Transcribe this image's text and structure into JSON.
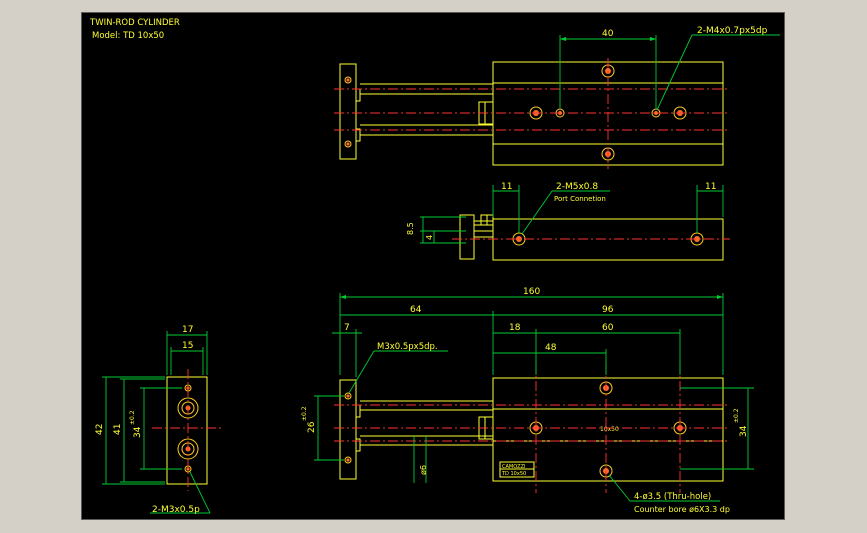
{
  "title_block": {
    "title": "TWIN-ROD CYLINDER",
    "model": "Model: TD 10x50"
  },
  "top_view": {
    "dim_40": "40",
    "callout_tap": "2-M4x0.7px5dp"
  },
  "middle_view": {
    "dim_11_left": "11",
    "dim_11_right": "11",
    "port_label": "2-M5x0.8",
    "port_sub": "Port Connetion",
    "dim_8_5": "8.5",
    "dim_4": "4"
  },
  "side_view": {
    "dim_17": "17",
    "dim_15": "15",
    "dim_42": "42",
    "dim_41": "41",
    "dim_34": "34",
    "dim_34_tol": "±0.2",
    "callout_m3": "2-M3x0.5p"
  },
  "front_view": {
    "dim_160": "160",
    "dim_64": "64",
    "dim_96": "96",
    "dim_7": "7",
    "dim_18": "18",
    "dim_60": "60",
    "dim_48": "48",
    "dim_26": "26",
    "dim_26_tol": "±0.2",
    "dim_34r": "34",
    "dim_34r_tol": "±0.2",
    "dim_phi6": "ø6",
    "callout_m3_tap": "M3x0.5px5dp.",
    "model_mark": "10x50",
    "nameplate_top": "CAMOZZI",
    "nameplate_bottom": "TD 10x50",
    "callout_thru": "4-ø3.5 (Thru-hole)",
    "callout_cbore": "Counter bore ø6X3.3 dp"
  }
}
